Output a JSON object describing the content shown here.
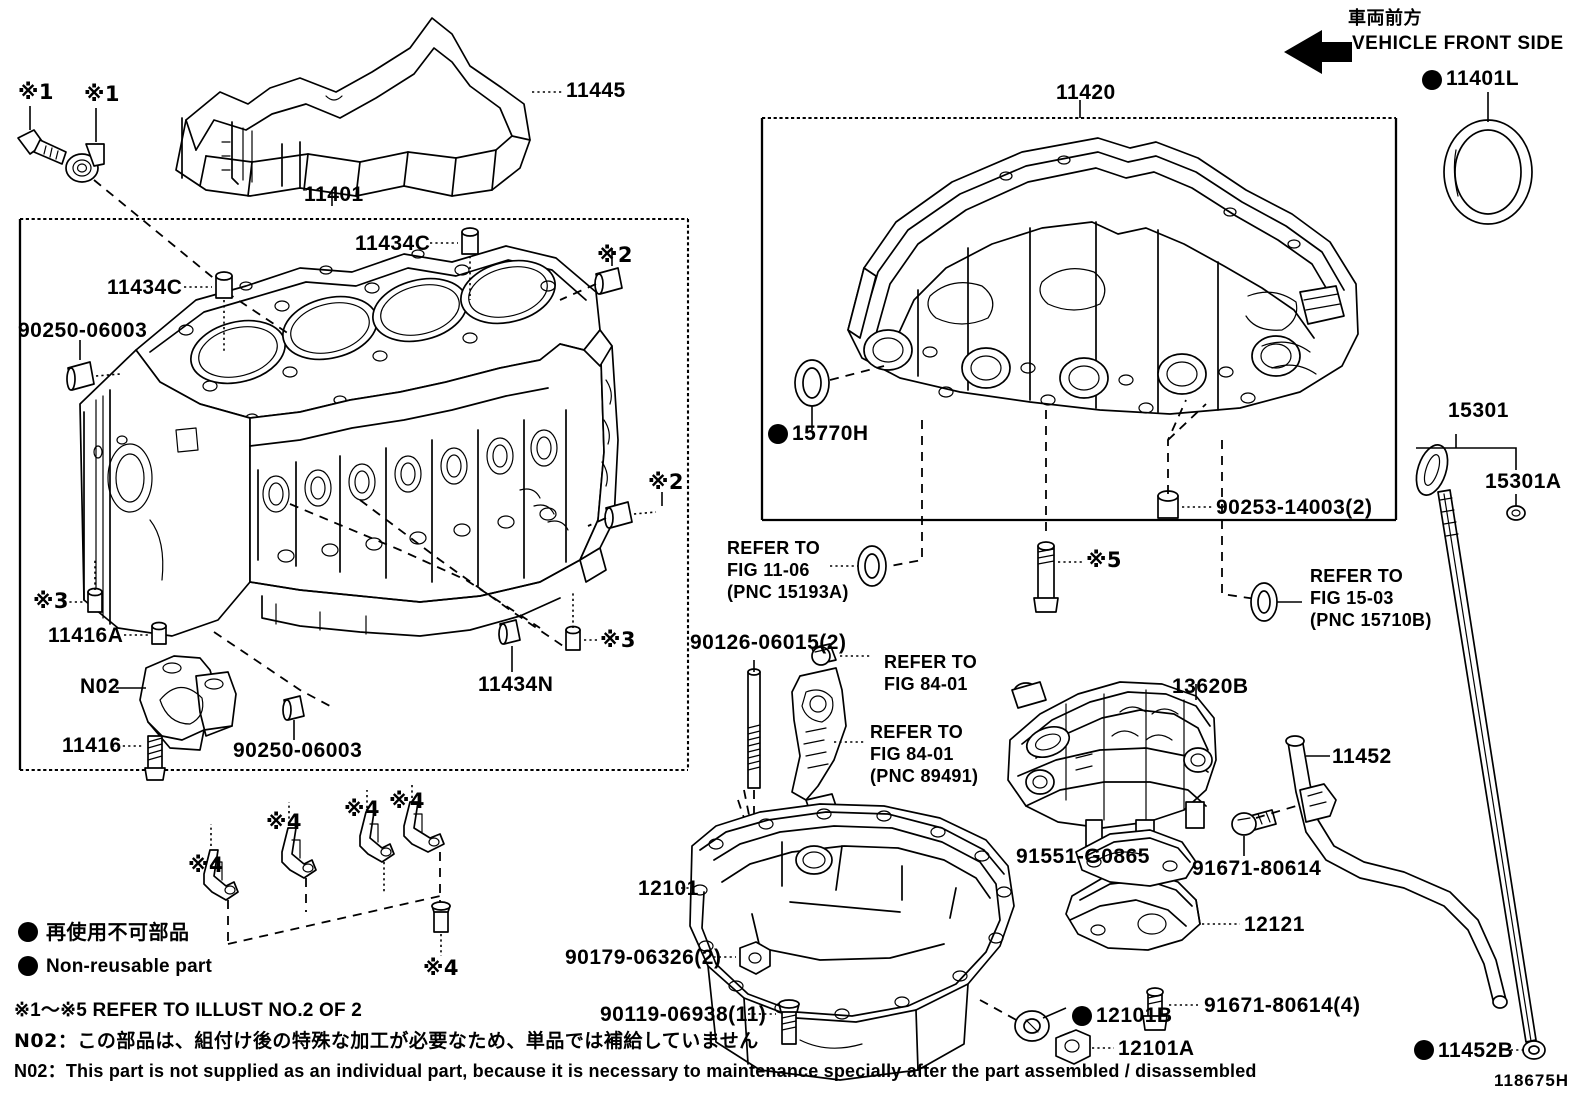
{
  "diagram": {
    "id": "118675H",
    "title_parts": "Engine cylinder block / oil pan exploded parts diagram",
    "front_marker": {
      "jp": "車両前方",
      "en": "VEHICLE FRONT SIDE",
      "icon": "left-arrow-icon"
    }
  },
  "legend": {
    "nonreusable_jp": "再使用不可部品",
    "nonreusable_en": "Non-reusable part",
    "illust_ref": "※1～※5 REFER TO ILLUST NO.2 OF 2",
    "n02_jp": "N02：この部品は、組付け後の特殊な加工が必要なため、単品では補給していません",
    "n02_en": "N02：This part is not supplied as an individual part, because it is necessary to maintenance specially after the part assembled / disassembled"
  },
  "callouts": {
    "c11445": "11445",
    "c11401": "11401",
    "c11434C_left": "11434C",
    "c11434C_top": "11434C",
    "c90250_top": "90250-06003",
    "c90250_bottom": "90250-06003",
    "c11416A": "11416A",
    "c11416": "11416",
    "cN02": "N02",
    "c11434N": "11434N",
    "c11420": "11420",
    "c11401L": "11401L",
    "c15770H": "15770H",
    "c90253": "90253-14003(2)",
    "c15301": "15301",
    "c15301A": "15301A",
    "c13620B": "13620B",
    "c11452": "11452",
    "c11452B": "11452B",
    "c91551": "91551-G0865",
    "c91671": "91671-80614",
    "c91671x4": "91671-80614(4)",
    "c12121": "12121",
    "c12101": "12101",
    "c12101A": "12101A",
    "c12101B": "12101B",
    "c90126": "90126-06015(2)",
    "c90179": "90179-06326(2)",
    "c90119": "90119-06938(11)",
    "ref1106_l1": "REFER TO",
    "ref1106_l2": "FIG 11-06",
    "ref1106_l3": "(PNC 15193A)",
    "ref1503_l1": "REFER TO",
    "ref1503_l2": "FIG 15-03",
    "ref1503_l3": "(PNC 15710B)",
    "ref8401a_l1": "REFER TO",
    "ref8401a_l2": "FIG 84-01",
    "ref8401b_l1": "REFER TO",
    "ref8401b_l2": "FIG 84-01",
    "ref8401b_l3": "(PNC 89491)"
  },
  "asterisks": {
    "a1_left": "※1",
    "a1_right": "※1",
    "a2_top": "※2",
    "a2_mid": "※2",
    "a3_left": "※3",
    "a3_right": "※3",
    "a4_1": "※4",
    "a4_2": "※4",
    "a4_3": "※4",
    "a4_4": "※4",
    "a4_5": "※4",
    "a5": "※5"
  },
  "colors": {
    "ink": "#000000",
    "paper": "#ffffff"
  }
}
